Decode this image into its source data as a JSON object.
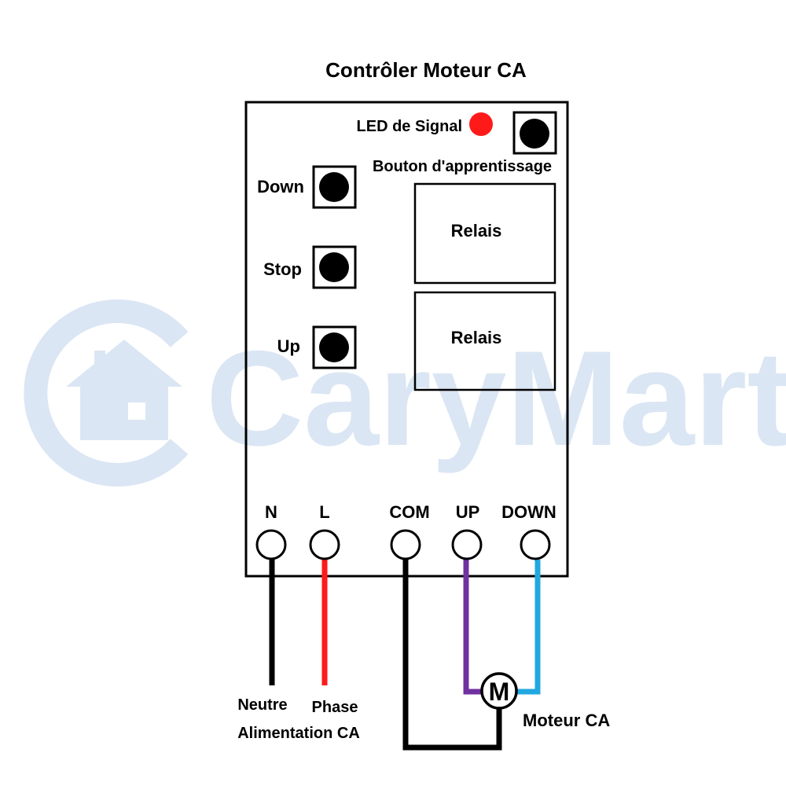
{
  "title": "Contrôler Moteur CA",
  "watermark": {
    "text": "CaryMart",
    "color": "#dbe6f4"
  },
  "led": {
    "label": "LED de Signal",
    "color": "#ff1a1a"
  },
  "learn_button": {
    "label": "Bouton d'apprentissage"
  },
  "buttons": [
    {
      "label": "Down"
    },
    {
      "label": "Stop"
    },
    {
      "label": "Up"
    }
  ],
  "relays": [
    {
      "label": "Relais"
    },
    {
      "label": "Relais"
    }
  ],
  "terminals": [
    {
      "label": "N"
    },
    {
      "label": "L"
    },
    {
      "label": "COM"
    },
    {
      "label": "UP"
    },
    {
      "label": "DOWN"
    }
  ],
  "wires": {
    "neutral": {
      "color": "#000000",
      "label": "Neutre"
    },
    "phase": {
      "color": "#ff1a1a",
      "label": "Phase"
    },
    "com": {
      "color": "#000000"
    },
    "up": {
      "color": "#7030a0"
    },
    "down": {
      "color": "#22a8e0"
    }
  },
  "power_label": "Alimentation CA",
  "motor": {
    "symbol": "M",
    "label": "Moteur CA"
  }
}
